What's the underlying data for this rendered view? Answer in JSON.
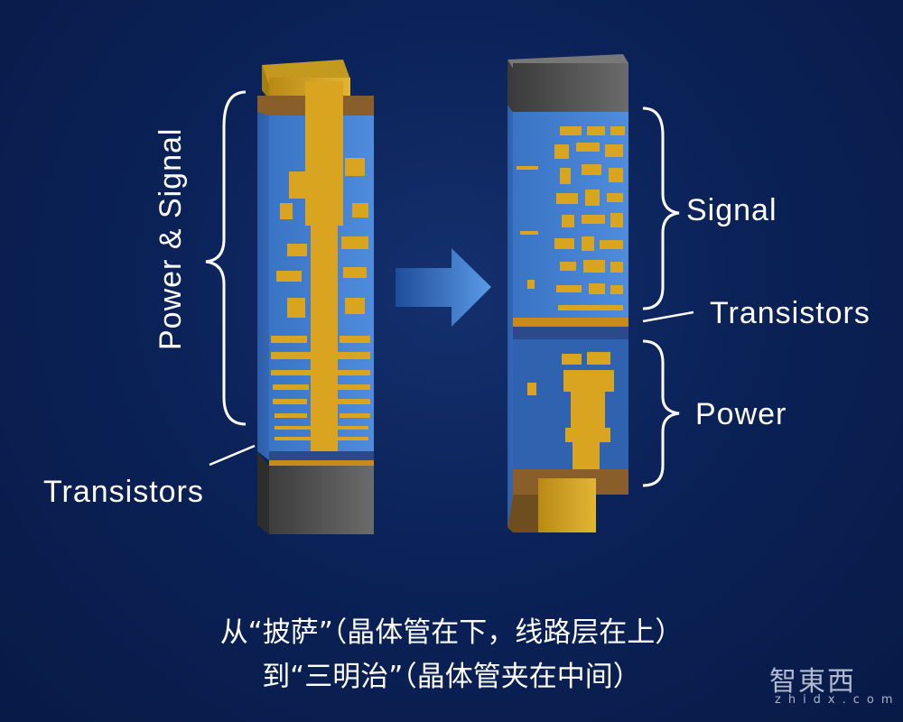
{
  "labels": {
    "power_signal": "Power & Signal",
    "transistors_left": "Transistors",
    "signal": "Signal",
    "transistors_right": "Transistors",
    "power": "Power"
  },
  "caption": {
    "line1": "从“披萨”（晶体管在下，线路层在上）",
    "line2": "到“三明治”（晶体管夹在中间）"
  },
  "logo": {
    "cn": "智東西",
    "en": "zhidx.com"
  },
  "colors": {
    "background": "#0b2258",
    "pillar_blue": "#3f7fd0",
    "gold": "#d9a520",
    "arrow": "#4d8fe0",
    "text": "#ffffff"
  },
  "icons": {
    "arrow": "right-arrow-icon"
  }
}
